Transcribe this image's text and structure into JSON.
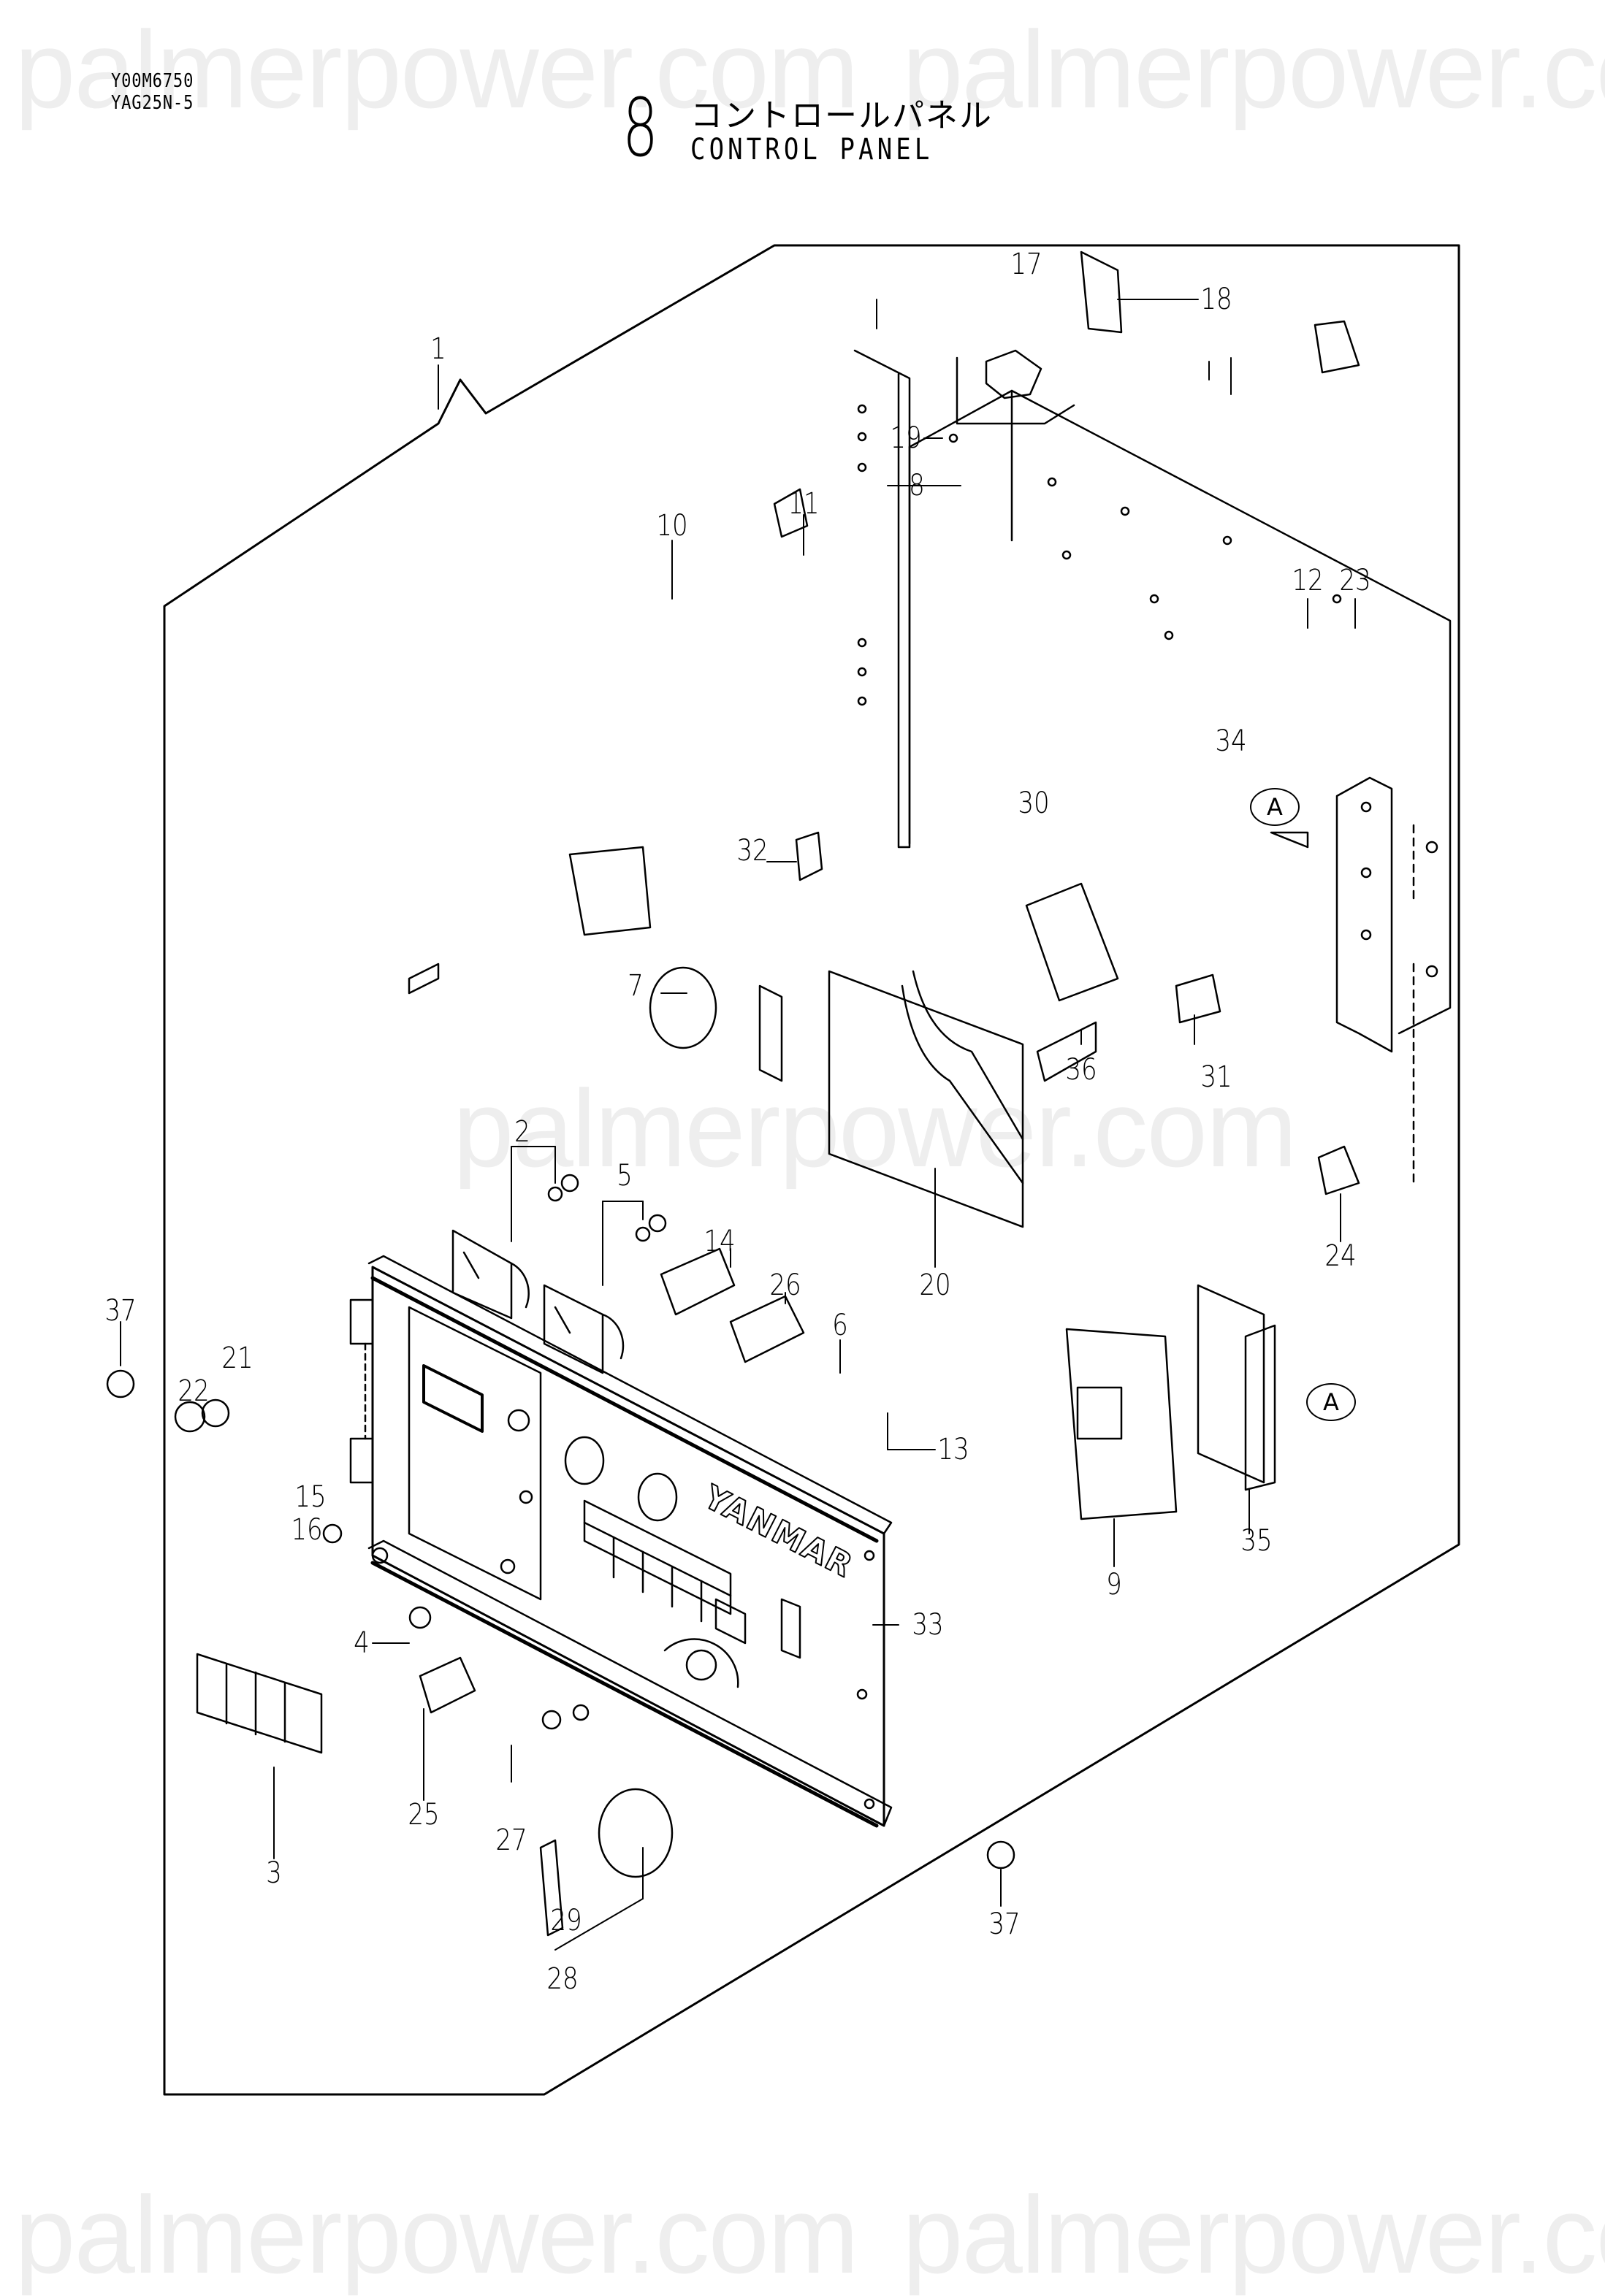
{
  "watermark": {
    "text": "palmerpower.com",
    "color": "#eeeeee"
  },
  "header": {
    "model_code": "Y00M6750",
    "model_name": "YAG25N-5"
  },
  "title": {
    "section_number": "8",
    "japanese": "コントロールパネル",
    "english": "CONTROL PANEL"
  },
  "brand_label": "YANMAR",
  "reference_marker": "A",
  "callouts": [
    {
      "id": "1",
      "label": "1"
    },
    {
      "id": "2",
      "label": "2"
    },
    {
      "id": "3",
      "label": "3"
    },
    {
      "id": "4",
      "label": "4"
    },
    {
      "id": "5",
      "label": "5"
    },
    {
      "id": "6",
      "label": "6"
    },
    {
      "id": "7",
      "label": "7"
    },
    {
      "id": "8",
      "label": "8"
    },
    {
      "id": "9",
      "label": "9"
    },
    {
      "id": "10",
      "label": "10"
    },
    {
      "id": "11",
      "label": "11"
    },
    {
      "id": "12",
      "label": "12"
    },
    {
      "id": "13",
      "label": "13"
    },
    {
      "id": "14",
      "label": "14"
    },
    {
      "id": "15",
      "label": "15"
    },
    {
      "id": "16",
      "label": "16"
    },
    {
      "id": "17",
      "label": "17"
    },
    {
      "id": "18",
      "label": "18"
    },
    {
      "id": "19",
      "label": "19"
    },
    {
      "id": "20",
      "label": "20"
    },
    {
      "id": "21",
      "label": "21"
    },
    {
      "id": "22",
      "label": "22"
    },
    {
      "id": "23",
      "label": "23"
    },
    {
      "id": "24",
      "label": "24"
    },
    {
      "id": "25",
      "label": "25"
    },
    {
      "id": "26",
      "label": "26"
    },
    {
      "id": "27",
      "label": "27"
    },
    {
      "id": "28",
      "label": "28"
    },
    {
      "id": "29",
      "label": "29"
    },
    {
      "id": "30",
      "label": "30"
    },
    {
      "id": "31",
      "label": "31"
    },
    {
      "id": "32",
      "label": "32"
    },
    {
      "id": "33",
      "label": "33"
    },
    {
      "id": "34",
      "label": "34"
    },
    {
      "id": "35",
      "label": "35"
    },
    {
      "id": "36",
      "label": "36"
    },
    {
      "id": "37a",
      "label": "37"
    },
    {
      "id": "37b",
      "label": "37"
    }
  ]
}
